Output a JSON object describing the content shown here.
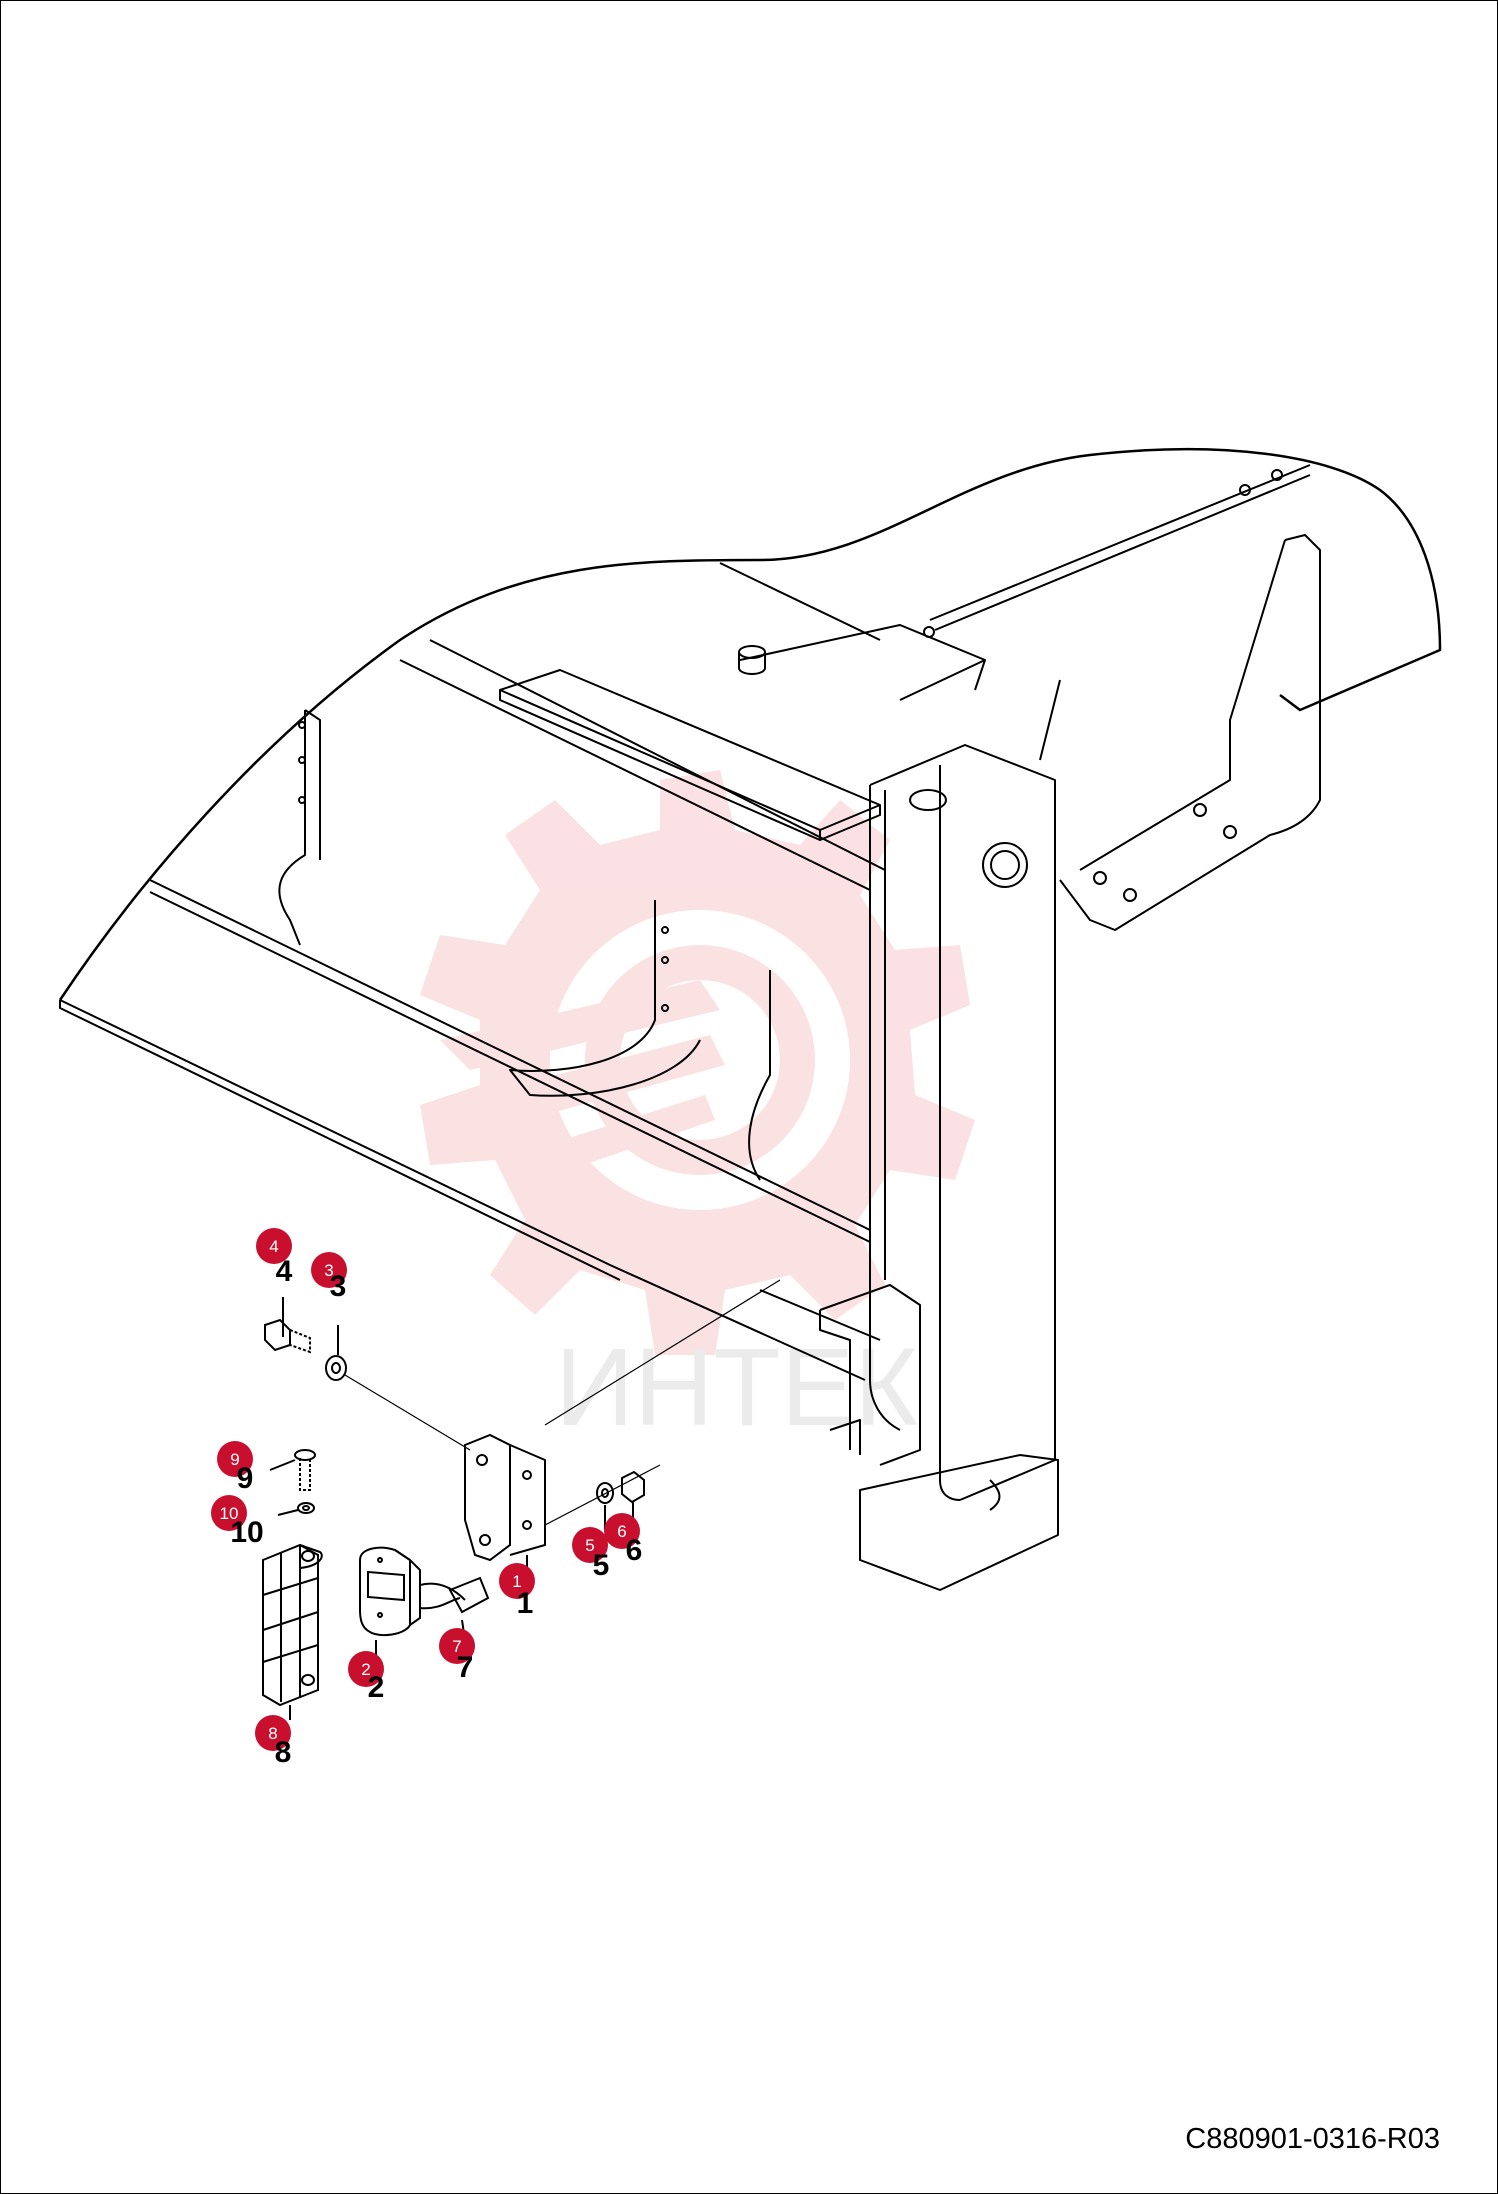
{
  "drawing": {
    "code": "C880901-0316-R03",
    "watermark_text": "ИНТЕК"
  },
  "colors": {
    "callout": "#c8102e",
    "line": "#000000",
    "watermark": "#f7c9cc"
  },
  "parts": [
    {
      "id": "1",
      "label": "1"
    },
    {
      "id": "2",
      "label": "2"
    },
    {
      "id": "3",
      "label": "3"
    },
    {
      "id": "4",
      "label": "4"
    },
    {
      "id": "5",
      "label": "5"
    },
    {
      "id": "6",
      "label": "6"
    },
    {
      "id": "7",
      "label": "7"
    },
    {
      "id": "8",
      "label": "8"
    },
    {
      "id": "9",
      "label": "9"
    },
    {
      "id": "10",
      "label": "10"
    }
  ]
}
